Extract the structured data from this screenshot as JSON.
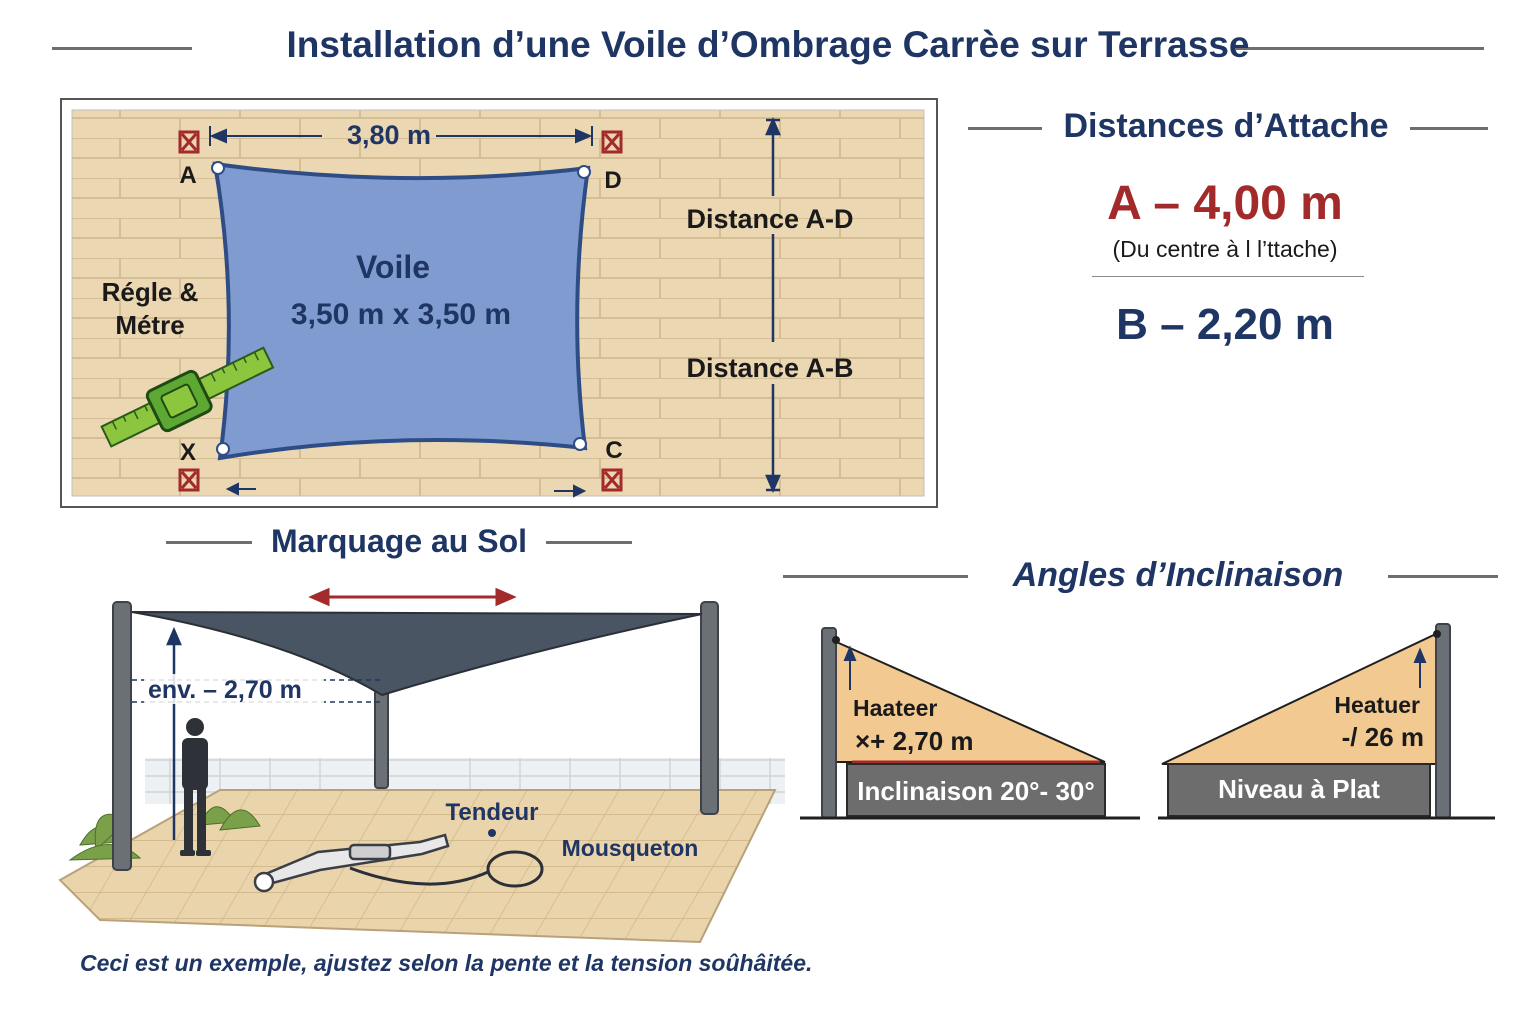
{
  "title": "Installation d’une Voile d’Ombrage Carrèe sur Terrasse",
  "wall_diagram": {
    "top_dimension": "3,80 m",
    "corners": {
      "a": "A",
      "d": "D",
      "x": "X",
      "c": "C"
    },
    "sail_label": "Voile",
    "sail_size": "3,50 m x 3,50 m",
    "tool_label_line1": "Régle &",
    "tool_label_line2": "Métre",
    "distance_ad": "Distance A-D",
    "distance_ab": "Distance A-B"
  },
  "attach": {
    "heading": "Distances d’Attache",
    "a_value": "A – 4,00 m",
    "a_note": "(Du centre à l l’ttache)",
    "b_value": "B – 2,20 m"
  },
  "ground": {
    "heading": "Marquage au Sol",
    "height_label": "env. – 2,70 m",
    "tensioner_label": "Tendeur",
    "carabiner_label": "Mousqueton"
  },
  "angles": {
    "heading": "Angles d’Inclinaison",
    "left_height_line1": "Haateer",
    "left_height_line2": "×+ 2,70 m",
    "left_caption": "Inclinaison 20°- 30°",
    "right_height_line1": "Heatuer",
    "right_height_line2": "-/ 26 m",
    "right_caption": "Niveau à Plat"
  },
  "footer_note": "Ceci est un exemple, ajustez selon la pente et la tension soûhâitée.",
  "colors": {
    "navy": "#1f3564",
    "accent_red": "#a32a2a",
    "sail_blue": "#7f9bd0",
    "wall_beige": "#ecd7b3",
    "dark_grey": "#5d5d5d"
  }
}
